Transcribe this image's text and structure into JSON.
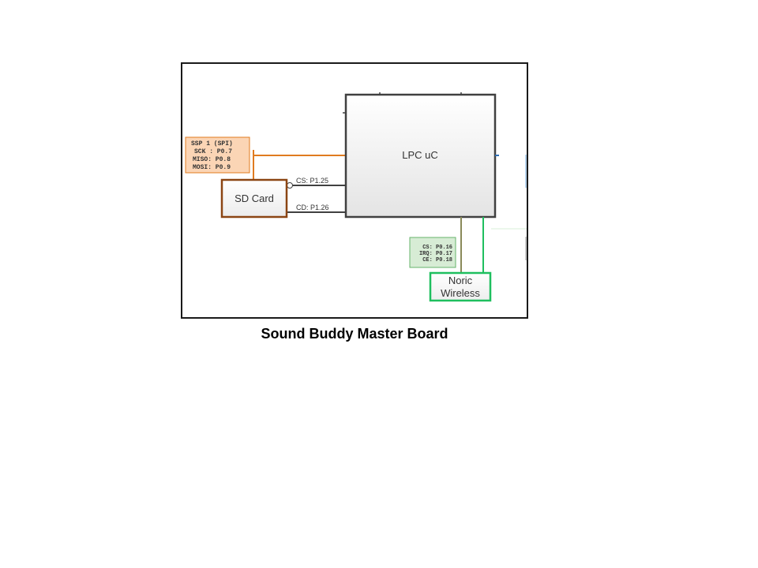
{
  "caption": "Sound Buddy Master Board",
  "blocks": {
    "lpc": {
      "label": "LPC uC"
    },
    "sd_card": {
      "label": "SD Card"
    },
    "noric": {
      "label_line1": "Noric",
      "label_line2": "Wireless"
    }
  },
  "ssp_box": {
    "lines": [
      "SSP 1 (SPI)",
      "SCK : P0.7",
      "MISO: P0.8",
      "MOSI: P0.9"
    ]
  },
  "wireless_pins": {
    "lines": [
      "CS: P0.16",
      "IRQ: P0.17",
      "CE: P0.18"
    ]
  },
  "connections": {
    "cs": "CS: P1.25",
    "cd": "CD: P1.26"
  },
  "colors": {
    "frame": "#1a1a1a",
    "spi_line": "#e07b1f",
    "ssp_fill": "#fbd5b5",
    "ssp_border": "#e07b1f",
    "sd_border": "#8b4513",
    "lpc_border": "#404040",
    "lpc_fill_top": "#ffffff",
    "lpc_fill_bottom": "#e6e6e6",
    "wireless_line": "#1fbf5f",
    "wireless_fill": "#d7ecd5",
    "wireless_box_border": "#66b36a",
    "noric_border": "#1fbf5f",
    "signal_line": "#404040",
    "olive_line": "#8a8a5a"
  }
}
